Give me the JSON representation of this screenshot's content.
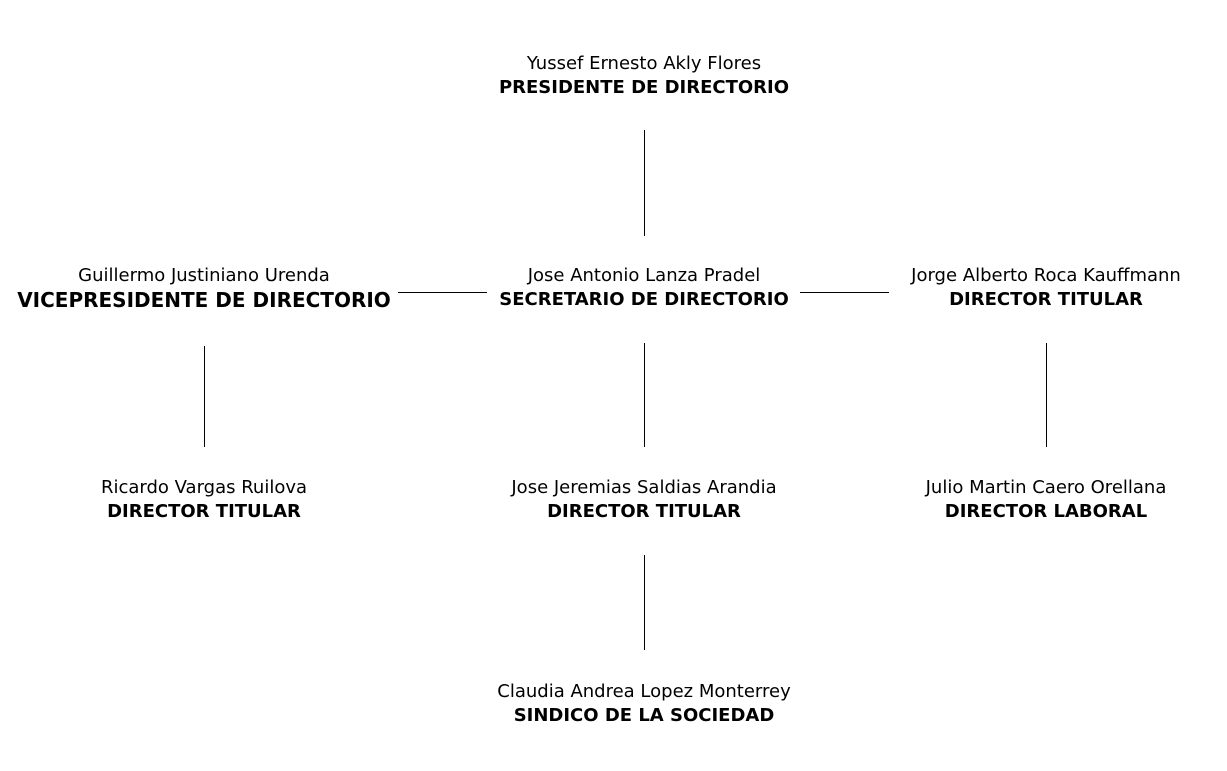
{
  "nodes": {
    "president": {
      "name": "Yussef Ernesto Akly Flores",
      "title": "PRESIDENTE DE DIRECTORIO"
    },
    "vicepresident": {
      "name": "Guillermo Justiniano Urenda",
      "title": "VICEPRESIDENTE DE DIRECTORIO"
    },
    "secretary": {
      "name": "Jose Antonio Lanza Pradel",
      "title": "SECRETARIO DE DIRECTORIO"
    },
    "director_roca": {
      "name": "Jorge Alberto Roca Kauffmann",
      "title": "DIRECTOR TITULAR"
    },
    "director_vargas": {
      "name": "Ricardo Vargas Ruilova",
      "title": "DIRECTOR TITULAR"
    },
    "director_saldias": {
      "name": "Jose Jeremias Saldias Arandia",
      "title": "DIRECTOR TITULAR"
    },
    "director_laboral": {
      "name": "Julio Martin Caero Orellana",
      "title": "DIRECTOR LABORAL"
    },
    "sindico": {
      "name": "Claudia Andrea Lopez Monterrey",
      "title": "SINDICO DE LA SOCIEDAD"
    }
  }
}
